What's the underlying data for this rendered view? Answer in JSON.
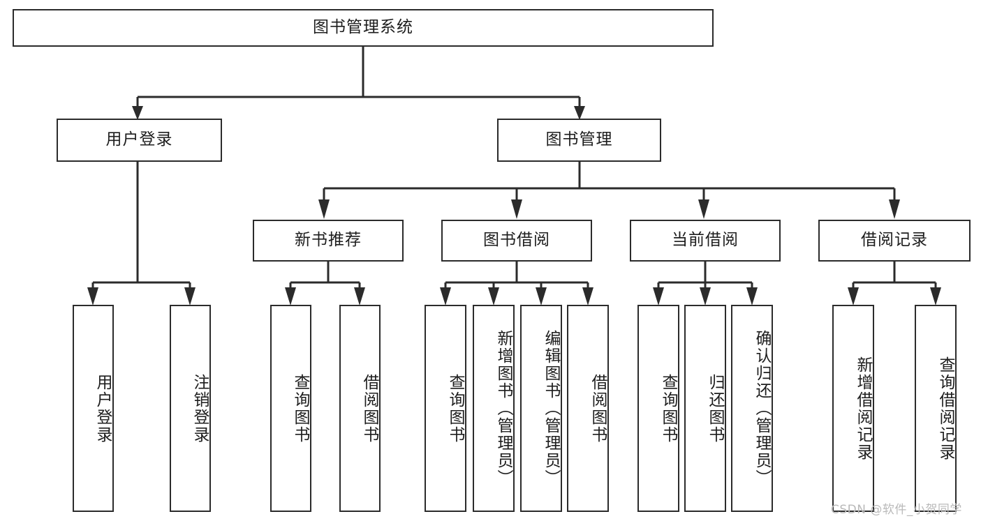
{
  "diagram": {
    "type": "tree-hierarchy",
    "title": "图书管理系统",
    "watermark": "CSDN @软件_小贺同学",
    "colors": {
      "stroke": "#2b2b2b",
      "fill": "#ffffff",
      "text": "#1d1d1d",
      "watermark": "#b9b9b9"
    },
    "levels": {
      "root": {
        "label": "图书管理系统"
      },
      "level2": [
        {
          "id": "user-login",
          "label": "用户登录"
        },
        {
          "id": "book-management",
          "label": "图书管理"
        }
      ],
      "level3": [
        {
          "id": "new-book-recommend",
          "label": "新书推荐"
        },
        {
          "id": "book-borrow",
          "label": "图书借阅"
        },
        {
          "id": "current-borrow",
          "label": "当前借阅"
        },
        {
          "id": "borrow-record",
          "label": "借阅记录"
        }
      ],
      "leaves": {
        "user-login": [
          {
            "id": "leaf-user-login",
            "label": "用户登录"
          },
          {
            "id": "leaf-logout",
            "label": "注销登录"
          }
        ],
        "new-book-recommend": [
          {
            "id": "leaf-query-book-1",
            "label": "查询图书"
          },
          {
            "id": "leaf-borrow-book-1",
            "label": "借阅图书"
          }
        ],
        "book-borrow": [
          {
            "id": "leaf-query-book-2",
            "label": "查询图书"
          },
          {
            "id": "leaf-add-book",
            "label": "新增图书（管理员）"
          },
          {
            "id": "leaf-edit-book",
            "label": "编辑图书（管理员）"
          },
          {
            "id": "leaf-borrow-book-2",
            "label": "借阅图书"
          }
        ],
        "current-borrow": [
          {
            "id": "leaf-query-book-3",
            "label": "查询图书"
          },
          {
            "id": "leaf-return-book",
            "label": "归还图书"
          },
          {
            "id": "leaf-confirm-return",
            "label": "确认归还（管理员）"
          }
        ],
        "borrow-record": [
          {
            "id": "leaf-add-record",
            "label": "新增借阅记录"
          },
          {
            "id": "leaf-query-record",
            "label": "查询借阅记录"
          }
        ]
      }
    }
  }
}
